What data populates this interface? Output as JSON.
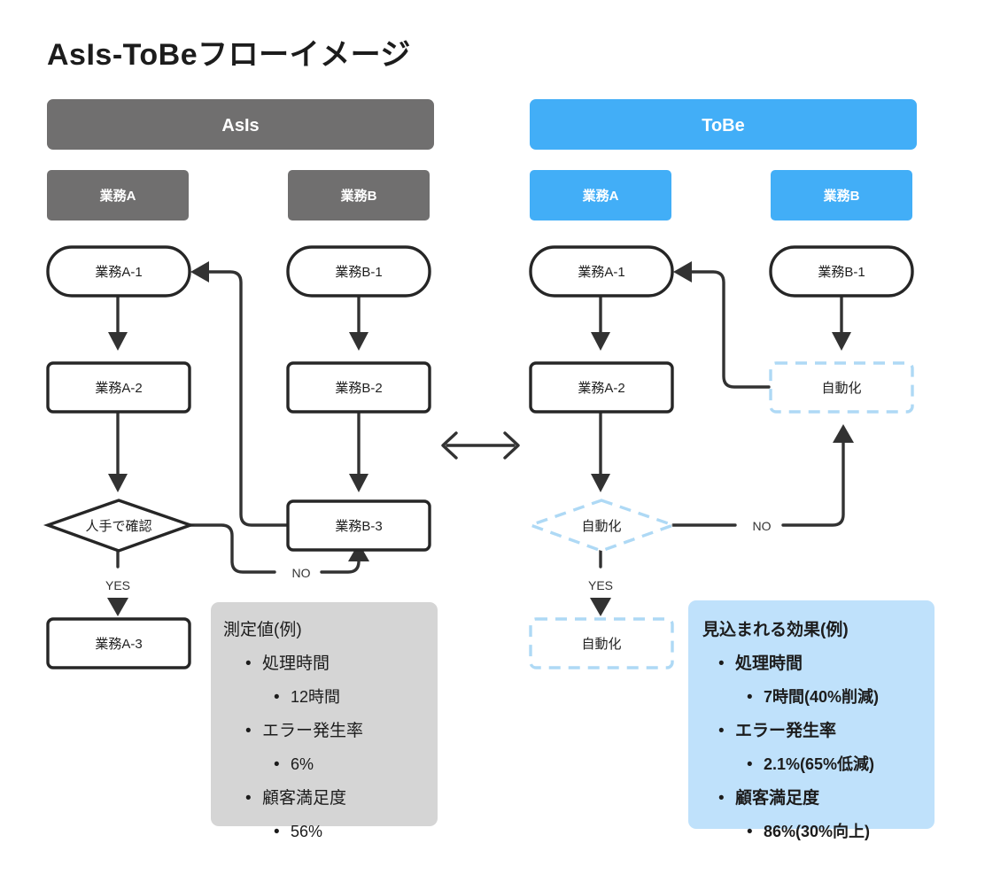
{
  "title": "AsIs-ToBeフローイメージ",
  "colors": {
    "asis_gray": "#706F6F",
    "tobe_blue": "#42AEF7",
    "dashed_blue": "#AED9F5",
    "info_gray_bg": "#D5D5D5",
    "info_blue_bg": "#BFE1FB",
    "line_dark": "#323232"
  },
  "asis": {
    "header": "AsIs",
    "lanes": [
      {
        "label": "業務A"
      },
      {
        "label": "業務B"
      }
    ],
    "nodes": {
      "a1": "業務A-1",
      "a2": "業務A-2",
      "decision": "人手で確認",
      "a3": "業務A-3",
      "b1": "業務B-1",
      "b2": "業務B-2",
      "b3": "業務B-3"
    },
    "edges": {
      "yes": "YES",
      "no": "NO"
    },
    "info": {
      "title": "測定値(例)",
      "items": [
        {
          "label": "処理時間",
          "value": "12時間"
        },
        {
          "label": "エラー発生率",
          "value": "6%"
        },
        {
          "label": "顧客満足度",
          "value": "56%"
        }
      ]
    }
  },
  "tobe": {
    "header": "ToBe",
    "lanes": [
      {
        "label": "業務A"
      },
      {
        "label": "業務B"
      }
    ],
    "nodes": {
      "a1": "業務A-1",
      "a2": "業務A-2",
      "decision": "自動化",
      "a3": "自動化",
      "b1": "業務B-1",
      "b3": "自動化"
    },
    "edges": {
      "yes": "YES",
      "no": "NO"
    },
    "info": {
      "title": "見込まれる効果(例)",
      "items": [
        {
          "label": "処理時間",
          "value": "7時間(40%削減)"
        },
        {
          "label": "エラー発生率",
          "value": "2.1%(65%低減)"
        },
        {
          "label": "顧客満足度",
          "value": "86%(30%向上)"
        }
      ]
    }
  },
  "compare_arrow": "↔",
  "bullet_glyph": "•"
}
